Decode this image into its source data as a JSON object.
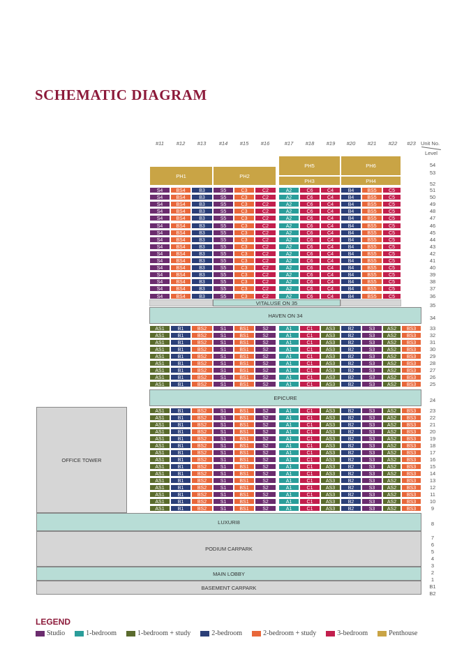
{
  "title": "SCHEMATIC DIAGRAM",
  "header": {
    "unit_label": "Unit No.",
    "level_label": "Level",
    "columns": [
      "#11",
      "#12",
      "#13",
      "#14",
      "#15",
      "#16",
      "#17",
      "#18",
      "#19",
      "#20",
      "#21",
      "#22",
      "#23"
    ]
  },
  "colors": {
    "studio": "#6b2c6e",
    "one_bed": "#2a9d9a",
    "one_bed_study": "#5a6b2d",
    "two_bed": "#2b3f78",
    "two_bed_study": "#e8673a",
    "three_bed": "#c21f4d",
    "penthouse": "#c9a445",
    "band": "#b8ddd6",
    "grey": "#d6d6d6"
  },
  "penthouses": {
    "ph1": "PH1",
    "ph2": "PH2",
    "ph3": "PH3",
    "ph4": "PH4",
    "ph5": "PH5",
    "ph6": "PH6"
  },
  "upper_units": [
    "S4",
    "BS4",
    "B3",
    "S5",
    "C3",
    "C2",
    "A2",
    "C6",
    "C4",
    "B4",
    "BS5",
    "C5"
  ],
  "upper_types": [
    "studio",
    "two_bed_study",
    "two_bed",
    "studio",
    "two_bed_study",
    "three_bed",
    "one_bed",
    "three_bed",
    "three_bed",
    "two_bed",
    "two_bed_study",
    "three_bed"
  ],
  "lower_units": [
    "AS1",
    "B1",
    "BS2",
    "S1",
    "BS1",
    "S2",
    "A1",
    "C1",
    "AS3",
    "B2",
    "S3",
    "AS2",
    "BS3"
  ],
  "lower_types": [
    "one_bed_study",
    "two_bed",
    "two_bed_study",
    "studio",
    "two_bed_study",
    "studio",
    "one_bed",
    "three_bed",
    "one_bed_study",
    "two_bed",
    "studio",
    "one_bed_study",
    "two_bed_study"
  ],
  "bands": {
    "vitaluse": "VITALUSE ON 35",
    "haven": "HAVEN ON 34",
    "epicure": "EPICURE",
    "luxuri8": "LUXURI8",
    "podium": "PODIUM CARPARK",
    "lobby": "MAIN LOBBY",
    "basement": "BASEMENT CARPARK",
    "office": "OFFICE TOWER"
  },
  "levels": [
    "54",
    "53",
    "52",
    "51",
    "50",
    "49",
    "48",
    "47",
    "46",
    "45",
    "44",
    "43",
    "42",
    "41",
    "40",
    "39",
    "38",
    "37",
    "36",
    "35",
    "34",
    "33",
    "32",
    "31",
    "30",
    "29",
    "28",
    "27",
    "26",
    "25",
    "24",
    "23",
    "22",
    "21",
    "20",
    "19",
    "18",
    "17",
    "16",
    "15",
    "14",
    "13",
    "12",
    "11",
    "10",
    "9",
    "8",
    "7",
    "6",
    "5",
    "4",
    "3",
    "2",
    "1",
    "B1",
    "B2"
  ],
  "legend": {
    "title": "LEGEND",
    "items": [
      {
        "label": "Studio",
        "type": "studio"
      },
      {
        "label": "1-bedroom",
        "type": "one_bed"
      },
      {
        "label": "1-bedroom + study",
        "type": "one_bed_study"
      },
      {
        "label": "2-bedroom",
        "type": "two_bed"
      },
      {
        "label": "2-bedroom + study",
        "type": "two_bed_study"
      },
      {
        "label": "3-bedroom",
        "type": "three_bed"
      },
      {
        "label": "Penthouse",
        "type": "penthouse"
      }
    ]
  }
}
